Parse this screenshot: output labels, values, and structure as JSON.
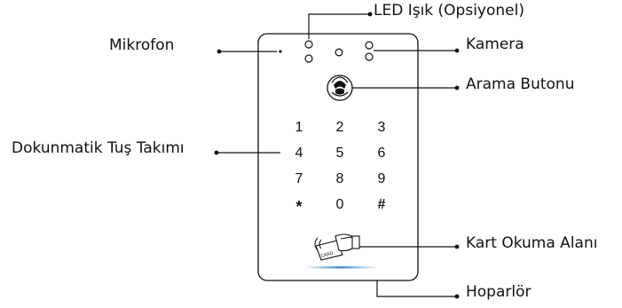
{
  "callouts": {
    "led": "LED Işık (Opsiyonel)",
    "microphone": "Mikrofon",
    "camera": "Kamera",
    "call_button": "Arama Butonu",
    "keypad": "Dokunmatik Tuş Takımı",
    "card_reader": "Kart Okuma Alanı",
    "speaker": "Hoparlör"
  },
  "keypad": {
    "rows": [
      [
        "1",
        "2",
        "3"
      ],
      [
        "4",
        "5",
        "6"
      ],
      [
        "7",
        "8",
        "9"
      ],
      [
        "*",
        "0",
        "#"
      ]
    ]
  },
  "card_icon_text": "CARD",
  "colors": {
    "line": "#111111",
    "speaker_glow": "#3a8ee6"
  }
}
